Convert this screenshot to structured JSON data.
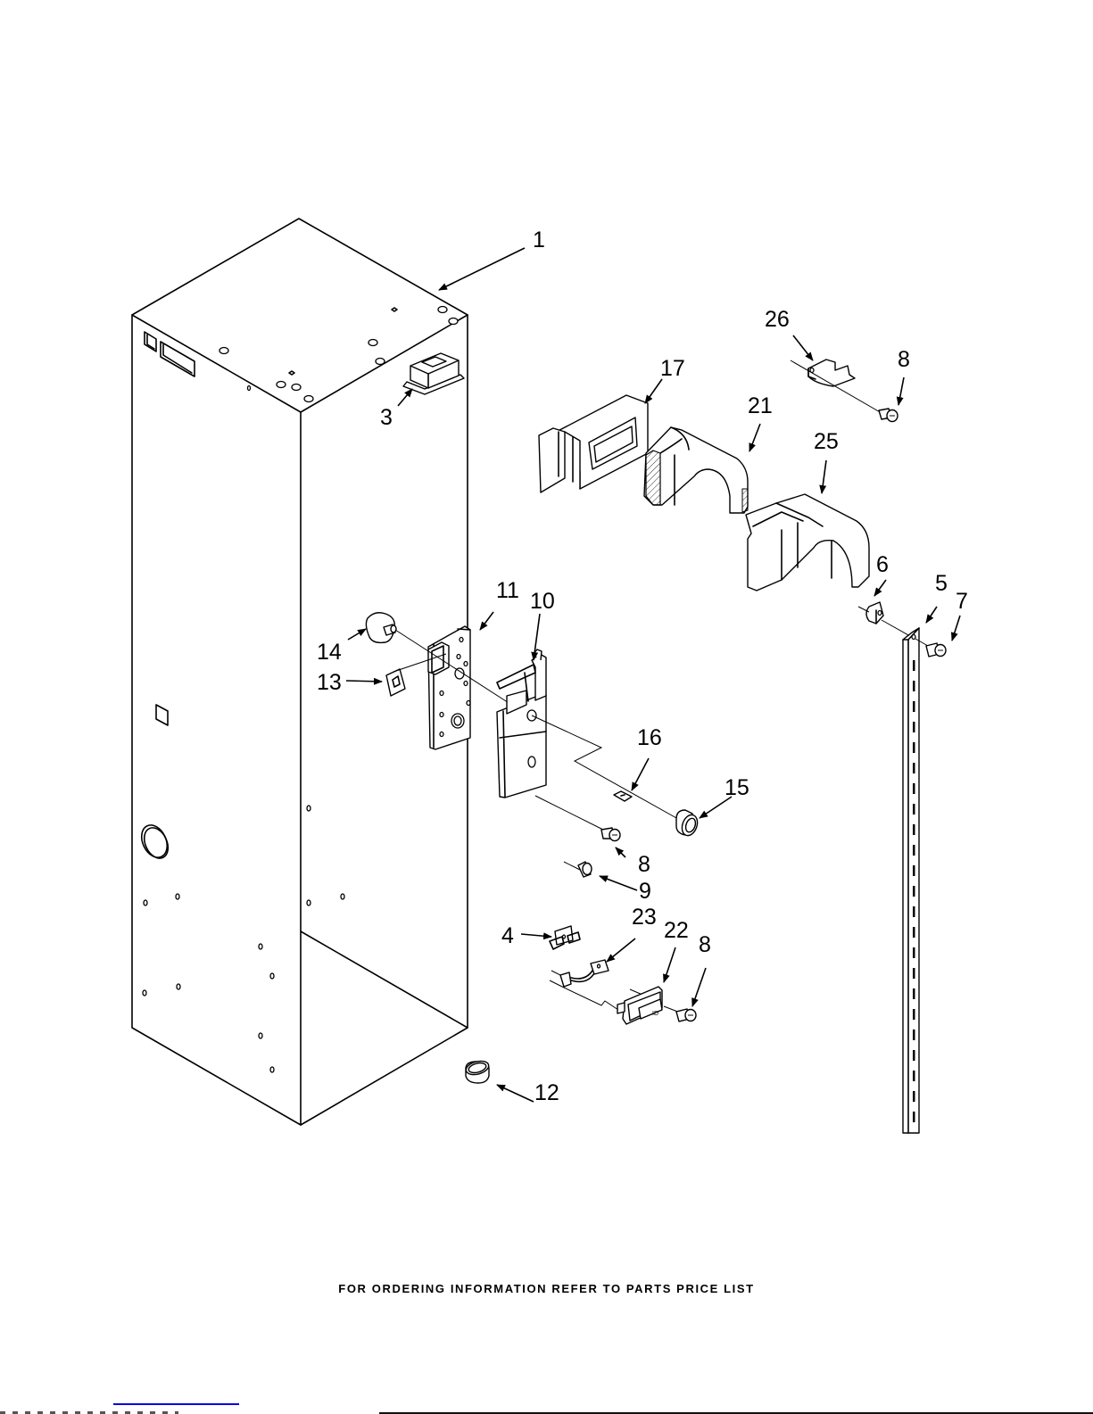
{
  "document": {
    "type": "parts-exploded-diagram",
    "footer_text": "FOR ORDERING INFORMATION REFER TO PARTS PRICE LIST"
  },
  "callouts": [
    {
      "id": "c1",
      "label": "1",
      "part": "cabinet"
    },
    {
      "id": "c3",
      "label": "3",
      "part": "top-vent-grommet"
    },
    {
      "id": "c17",
      "label": "17",
      "part": "air-duct-housing"
    },
    {
      "id": "c26",
      "label": "26",
      "part": "clip-bracket"
    },
    {
      "id": "c8a",
      "label": "8",
      "part": "screw"
    },
    {
      "id": "c21",
      "label": "21",
      "part": "inner-duct-cover"
    },
    {
      "id": "c25",
      "label": "25",
      "part": "outer-duct-cover"
    },
    {
      "id": "c6",
      "label": "6",
      "part": "shelf-clip"
    },
    {
      "id": "c5",
      "label": "5",
      "part": "shelf-ladder-rail"
    },
    {
      "id": "c7",
      "label": "7",
      "part": "rail-screw"
    },
    {
      "id": "c11",
      "label": "11",
      "part": "hinge-mount-plate"
    },
    {
      "id": "c10",
      "label": "10",
      "part": "hinge-bracket"
    },
    {
      "id": "c14",
      "label": "14",
      "part": "hinge-cap"
    },
    {
      "id": "c13",
      "label": "13",
      "part": "square-shim"
    },
    {
      "id": "c16",
      "label": "16",
      "part": "wire-tie"
    },
    {
      "id": "c15",
      "label": "15",
      "part": "grommet"
    },
    {
      "id": "c8b",
      "label": "8",
      "part": "screw"
    },
    {
      "id": "c9",
      "label": "9",
      "part": "plug-button"
    },
    {
      "id": "c4",
      "label": "4",
      "part": "wire-clip"
    },
    {
      "id": "c23",
      "label": "23",
      "part": "harness-connector"
    },
    {
      "id": "c22",
      "label": "22",
      "part": "light-switch"
    },
    {
      "id": "c8c",
      "label": "8",
      "part": "screw"
    },
    {
      "id": "c12",
      "label": "12",
      "part": "hole-plug"
    }
  ],
  "colors": {
    "ink": "#000000",
    "paper": "#ffffff",
    "link": "#0000dd"
  }
}
